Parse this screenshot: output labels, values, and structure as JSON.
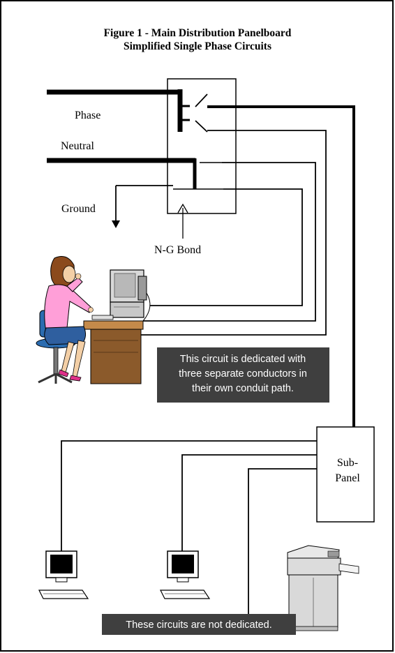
{
  "title": {
    "line1": "Figure 1 - Main Distribution Panelboard",
    "line2": "Simplified Single Phase Circuits"
  },
  "labels": {
    "phase": "Phase",
    "neutral": "Neutral",
    "ground": "Ground",
    "ng_bond": "N-G Bond",
    "subpanel_line1": "Sub-",
    "subpanel_line2": "Panel"
  },
  "notes": {
    "dedicated_line1": "This circuit is dedicated with",
    "dedicated_line2": "three separate conductors in",
    "dedicated_line3": "their own conduit path.",
    "not_dedicated": "These circuits are not dedicated."
  },
  "colors": {
    "note_bg": "#3f3f3f",
    "skin": "#f3cfa6",
    "blouse": "#ff9fd8",
    "skirt": "#3b7ec6",
    "chair": "#2b6cb0",
    "desk": "#8b5a2b",
    "monitor": "#cfcfcf"
  },
  "icons": [
    "woman-at-computer-icon",
    "computer-terminal-icon",
    "copier-icon",
    "arrow-down-icon",
    "arrow-up-icon"
  ]
}
